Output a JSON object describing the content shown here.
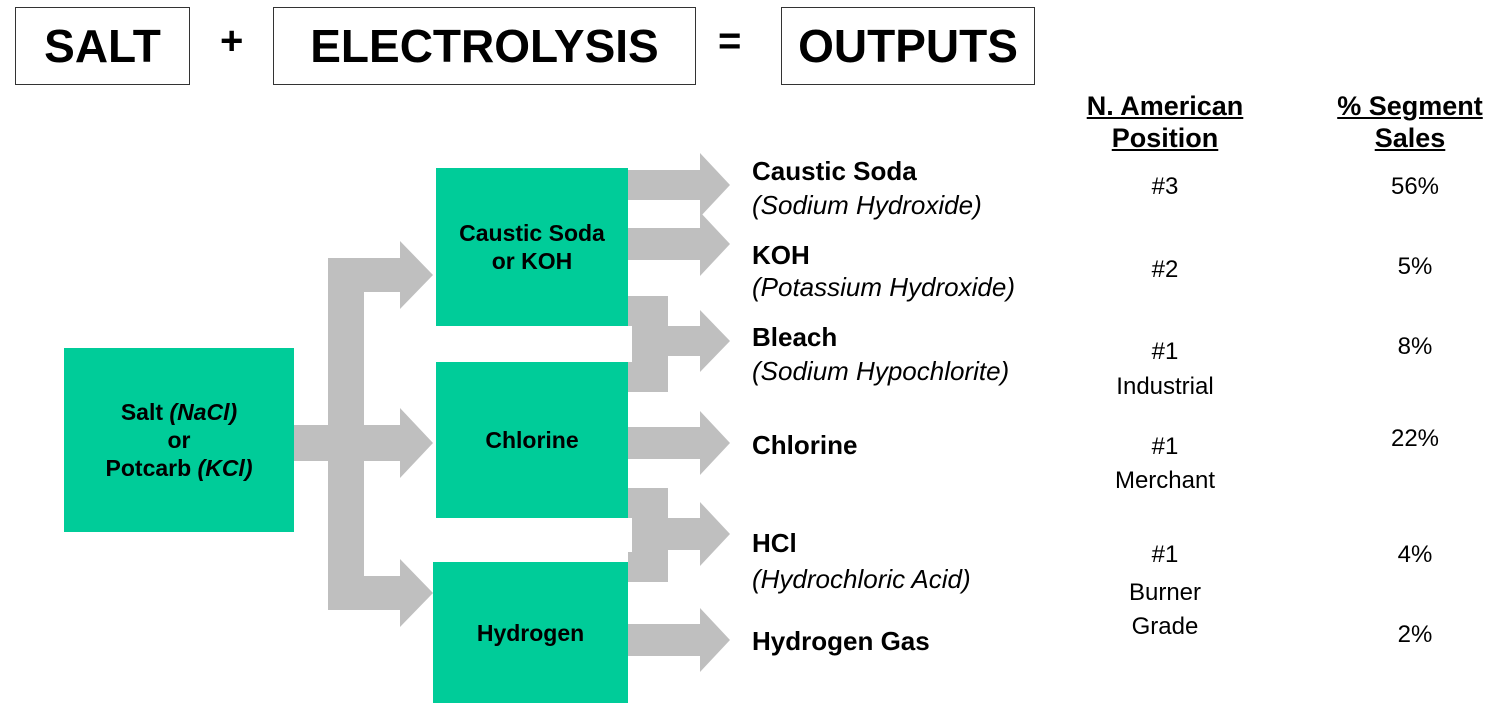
{
  "header": {
    "salt": "SALT",
    "plus": "+",
    "electrolysis": "ELECTROLYSIS",
    "equals": "=",
    "outputs": "OUTPUTS"
  },
  "columns": {
    "position_line1": "N. American",
    "position_line2": "Position",
    "segment_line1": "% Segment",
    "segment_line2": "Sales"
  },
  "input": {
    "line1_a": "Salt",
    "line1_b": "(NaCl)",
    "line2": "or",
    "line3_a": "Potcarb",
    "line3_b": "(KCl)"
  },
  "intermediates": {
    "caustic_line1": "Caustic Soda",
    "caustic_line2": "or KOH",
    "chlorine": "Chlorine",
    "hydrogen": "Hydrogen"
  },
  "outputs": [
    {
      "name": "Caustic Soda",
      "sub": "(Sodium Hydroxide)",
      "pos1": "#3",
      "pos2": "",
      "pos3": "",
      "pct": "56%"
    },
    {
      "name": "KOH",
      "sub": "(Potassium Hydroxide)",
      "pos1": "#2",
      "pos2": "",
      "pos3": "",
      "pct": "5%"
    },
    {
      "name": "Bleach",
      "sub": "(Sodium Hypochlorite)",
      "pos1": "#1",
      "pos2": "Industrial",
      "pos3": "",
      "pct": "8%"
    },
    {
      "name": "Chlorine",
      "sub": "",
      "pos1": "#1",
      "pos2": "Merchant",
      "pos3": "",
      "pct": "22%"
    },
    {
      "name": "HCl",
      "sub": "(Hydrochloric Acid)",
      "pos1": "#1",
      "pos2": "Burner",
      "pos3": "Grade",
      "pct": "4%"
    },
    {
      "name": "Hydrogen Gas",
      "sub": "",
      "pos1": "",
      "pos2": "",
      "pos3": "",
      "pct": "2%"
    }
  ],
  "colors": {
    "box_fill": "#00CC99",
    "arrow_fill": "#BFBFBF"
  }
}
